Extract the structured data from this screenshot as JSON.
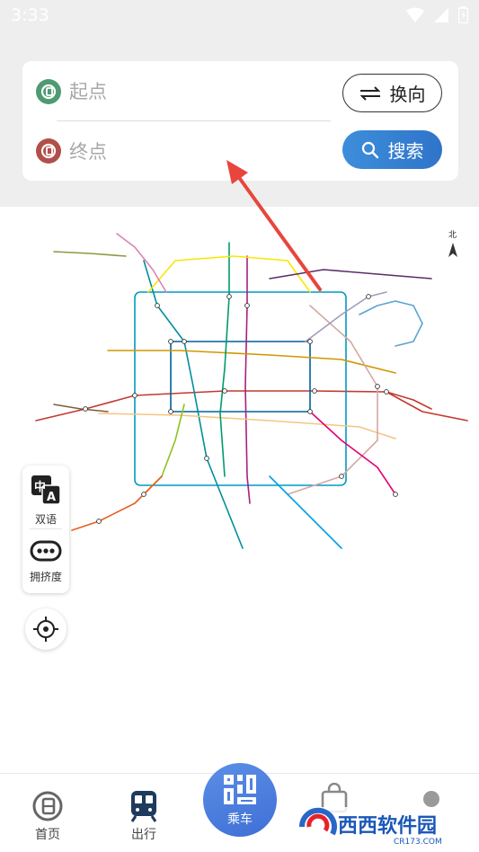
{
  "status_bar": {
    "time": "3:33"
  },
  "route_card": {
    "start_placeholder": "起点",
    "end_placeholder": "终点",
    "swap_label": "换向",
    "search_label": "搜索"
  },
  "map": {
    "compass_label": "北",
    "lines": [
      {
        "name": "line-1",
        "color": "#c23a30"
      },
      {
        "name": "line-2",
        "color": "#006098"
      },
      {
        "name": "line-4",
        "color": "#008e9c"
      },
      {
        "name": "line-5",
        "color": "#a6217f"
      },
      {
        "name": "line-6",
        "color": "#d29700"
      },
      {
        "name": "line-7",
        "color": "#f6c582"
      },
      {
        "name": "line-8",
        "color": "#009b6b"
      },
      {
        "name": "line-9",
        "color": "#8fc31f"
      },
      {
        "name": "line-10",
        "color": "#009bc0"
      },
      {
        "name": "line-13",
        "color": "#f9e700"
      },
      {
        "name": "line-14",
        "color": "#d5a7a1"
      },
      {
        "name": "line-15",
        "color": "#5b2c68"
      },
      {
        "name": "batong",
        "color": "#c23a30"
      },
      {
        "name": "changping",
        "color": "#de82b2"
      },
      {
        "name": "fangshan",
        "color": "#e46022"
      },
      {
        "name": "yizhuang",
        "color": "#e40077"
      },
      {
        "name": "airport",
        "color": "#a29bbb"
      }
    ]
  },
  "side_panel": {
    "bilingual_label": "双语",
    "crowding_label": "拥挤度",
    "bilingual_zh": "中",
    "bilingual_en": "A"
  },
  "bottom_nav": {
    "home_label": "首页",
    "travel_label": "出行",
    "ride_label": "乘车"
  },
  "watermark": {
    "text": "西西软件园",
    "sub": "CR173.COM"
  }
}
